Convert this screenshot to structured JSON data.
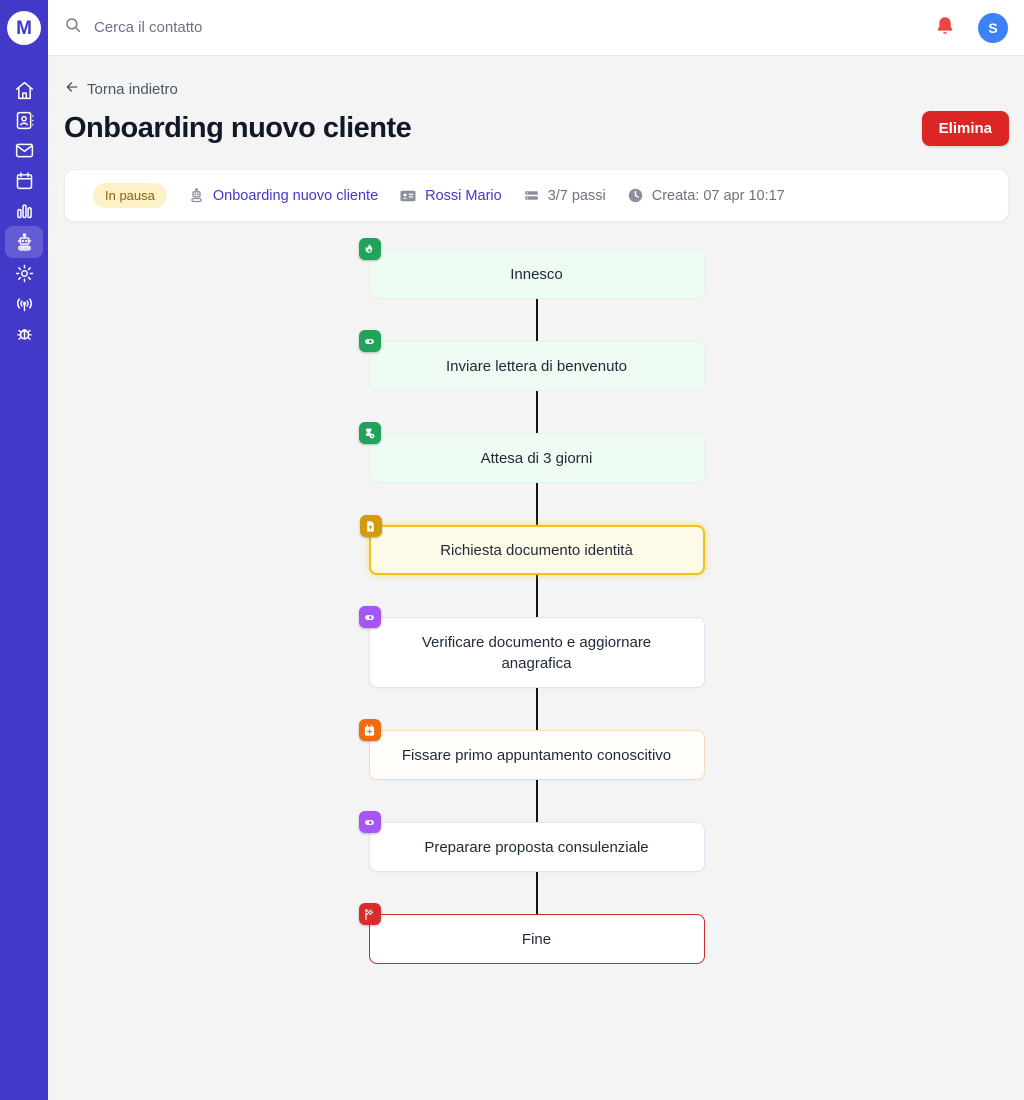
{
  "brand": {
    "logo_letter": "M",
    "color": "#4339c8"
  },
  "topbar": {
    "search_placeholder": "Cerca il contatto",
    "avatar_initial": "S",
    "bell_color": "#ef4444",
    "avatar_color": "#3b82f6"
  },
  "sidebar": {
    "items": [
      {
        "icon": "home-icon",
        "active": false
      },
      {
        "icon": "contacts-icon",
        "active": false
      },
      {
        "icon": "mail-icon",
        "active": false
      },
      {
        "icon": "calendar-icon",
        "active": false
      },
      {
        "icon": "reports-icon",
        "active": false
      },
      {
        "icon": "automation-robot-icon",
        "active": true
      },
      {
        "icon": "settings-gear-icon",
        "active": false
      },
      {
        "icon": "broadcast-icon",
        "active": false
      },
      {
        "icon": "bug-icon",
        "active": false
      }
    ]
  },
  "header": {
    "back_label": "Torna indietro",
    "title": "Onboarding nuovo cliente",
    "delete_label": "Elimina",
    "delete_color": "#dc2626"
  },
  "info_bar": {
    "status_badge": "In pausa",
    "status_colors": {
      "bg": "#fdf1c7",
      "text": "#8a6116"
    },
    "workflow_link": "Onboarding nuovo cliente",
    "contact_link": "Rossi Mario",
    "steps_progress": "3/7 passi",
    "created": "Creata: 07 apr 10:17",
    "link_color": "#4338ca"
  },
  "workflow": {
    "connector_color": "#141414",
    "nodes": [
      {
        "label": "Innesco",
        "icon": "flame-icon",
        "accent": "#22a35b",
        "state": "completed"
      },
      {
        "label": "Inviare lettera di benvenuto",
        "icon": "action-toggle-icon",
        "accent": "#22a35b",
        "state": "completed"
      },
      {
        "label": "Attesa di 3 giorni",
        "icon": "wait-timer-icon",
        "accent": "#22a35b",
        "state": "completed"
      },
      {
        "label": "Richiesta documento identità",
        "icon": "document-upload-icon",
        "accent": "#d39a0d",
        "state": "current",
        "highlight_border": "#f2c118"
      },
      {
        "label": "Verificare documento e aggiornare anagrafica",
        "icon": "action-toggle-icon",
        "accent": "#a855f7",
        "state": "pending"
      },
      {
        "label": "Fissare primo appuntamento conoscitivo",
        "icon": "calendar-plus-icon",
        "accent": "#ed6c0e",
        "state": "pending"
      },
      {
        "label": "Preparare proposta consulenziale",
        "icon": "action-toggle-icon",
        "accent": "#a855f7",
        "state": "pending"
      },
      {
        "label": "Fine",
        "icon": "finish-flag-icon",
        "accent": "#d92d2d",
        "state": "end"
      }
    ]
  }
}
